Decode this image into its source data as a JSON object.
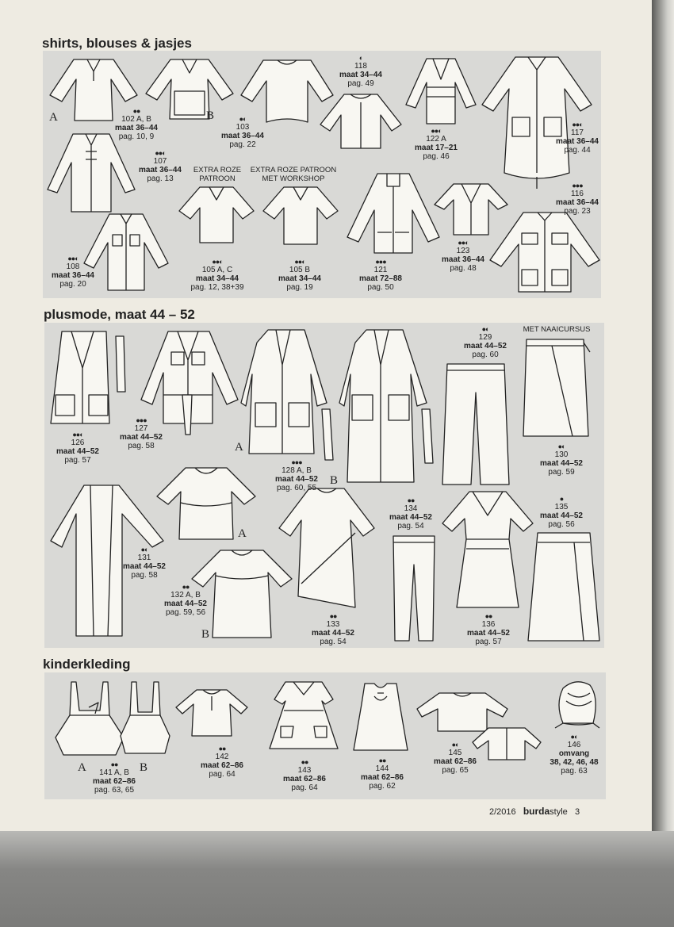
{
  "sections": [
    {
      "title": "shirts, blouses & jasjes"
    },
    {
      "title": "plusmode, maat 44 – 52"
    },
    {
      "title": "kinderkleding"
    }
  ],
  "notes": {
    "extra_roze_patroon": "EXTRA ROZE",
    "extra_roze_patroon_2": "PATROON",
    "extra_roze_workshop": "EXTRA ROZE PATROON",
    "extra_roze_workshop_2": "MET WORKSHOP",
    "naaicursus": "MET NAAICURSUS"
  },
  "variants": {
    "a": "A",
    "b": "B"
  },
  "models": [
    {
      "dots": "●●",
      "num": "102 A, B",
      "size": "maat 36–44",
      "page": "pag. 10, 9"
    },
    {
      "dots": "●◐",
      "num": "103",
      "size": "maat 36–44",
      "page": "pag. 22"
    },
    {
      "dots": "◐",
      "num": "118",
      "size": "maat 34–44",
      "page": "pag. 49"
    },
    {
      "dots": "●●◐",
      "num": "122 A",
      "size": "maat 17–21",
      "page": "pag. 46"
    },
    {
      "dots": "●●◐",
      "num": "117",
      "size": "maat 36–44",
      "page": "pag. 44"
    },
    {
      "dots": "●●◐",
      "num": "107",
      "size": "maat 36–44",
      "page": "pag. 13"
    },
    {
      "dots": "●●◐",
      "num": "108",
      "size": "maat 36–44",
      "page": "pag. 20"
    },
    {
      "dots": "●●◐",
      "num": "105 A, C",
      "size": "maat 34–44",
      "page": "pag. 12, 38+39"
    },
    {
      "dots": "●●◐",
      "num": "105 B",
      "size": "maat 34–44",
      "page": "pag. 19"
    },
    {
      "dots": "●●●",
      "num": "121",
      "size": "maat 72–88",
      "page": "pag. 50"
    },
    {
      "dots": "●●◐",
      "num": "123",
      "size": "maat 36–44",
      "page": "pag. 48"
    },
    {
      "dots": "●●●",
      "num": "116",
      "size": "maat 36–44",
      "page": "pag. 23"
    },
    {
      "dots": "●●◐",
      "num": "126",
      "size": "maat 44–52",
      "page": "pag. 57"
    },
    {
      "dots": "●●●",
      "num": "127",
      "size": "maat 44–52",
      "page": "pag. 58"
    },
    {
      "dots": "●●●",
      "num": "128 A, B",
      "size": "maat 44–52",
      "page": "pag. 60, 55"
    },
    {
      "dots": "●◐",
      "num": "129",
      "size": "maat 44–52",
      "page": "pag. 60"
    },
    {
      "dots": "●◐",
      "num": "130",
      "size": "maat 44–52",
      "page": "pag. 59"
    },
    {
      "dots": "●◐",
      "num": "131",
      "size": "maat 44–52",
      "page": "pag. 58"
    },
    {
      "dots": "●●",
      "num": "132 A, B",
      "size": "maat 44–52",
      "page": "pag. 59, 56"
    },
    {
      "dots": "●●",
      "num": "133",
      "size": "maat 44–52",
      "page": "pag. 54"
    },
    {
      "dots": "●●",
      "num": "134",
      "size": "maat 44–52",
      "page": "pag. 54"
    },
    {
      "dots": "●●",
      "num": "136",
      "size": "maat 44–52",
      "page": "pag. 57"
    },
    {
      "dots": "●",
      "num": "135",
      "size": "maat 44–52",
      "page": "pag. 56"
    },
    {
      "dots": "●●",
      "num": "141 A, B",
      "size": "maat 62–86",
      "page": "pag. 63, 65"
    },
    {
      "dots": "●●",
      "num": "142",
      "size": "maat 62–86",
      "page": "pag. 64"
    },
    {
      "dots": "●●",
      "num": "143",
      "size": "maat 62–86",
      "page": "pag. 64"
    },
    {
      "dots": "●●",
      "num": "144",
      "size": "maat 62–86",
      "page": "pag. 62"
    },
    {
      "dots": "●◐",
      "num": "145",
      "size": "maat 62–86",
      "page": "pag. 65"
    },
    {
      "dots": "●◐",
      "num": "146",
      "size": "omvang",
      "size2": "38, 42, 46, 48",
      "page": "pag. 63"
    }
  ],
  "footer": {
    "issue": "2/2016",
    "brand_a": "burda",
    "brand_b": "style",
    "page_number": "3"
  }
}
